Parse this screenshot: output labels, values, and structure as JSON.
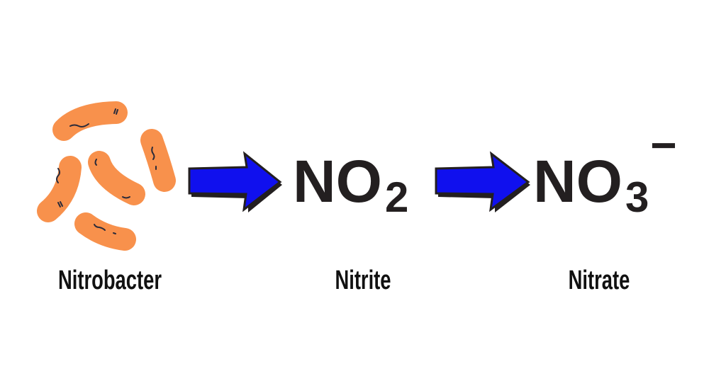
{
  "colors": {
    "bacteria": "#F8914C",
    "bacteria_marks": "#2b2b3a",
    "arrow": "#1010ee",
    "arrow_outline": "#231f20",
    "text": "#231f20"
  },
  "organism": {
    "label": "Nitrobacter",
    "icon": "rod-shaped-bacteria-cluster"
  },
  "nitrite": {
    "formula_main": "NO",
    "formula_sub": "2",
    "label": "Nitrite"
  },
  "nitrate": {
    "formula_main": "NO",
    "formula_sub": "3",
    "formula_charge": "−",
    "label": "Nitrate"
  }
}
